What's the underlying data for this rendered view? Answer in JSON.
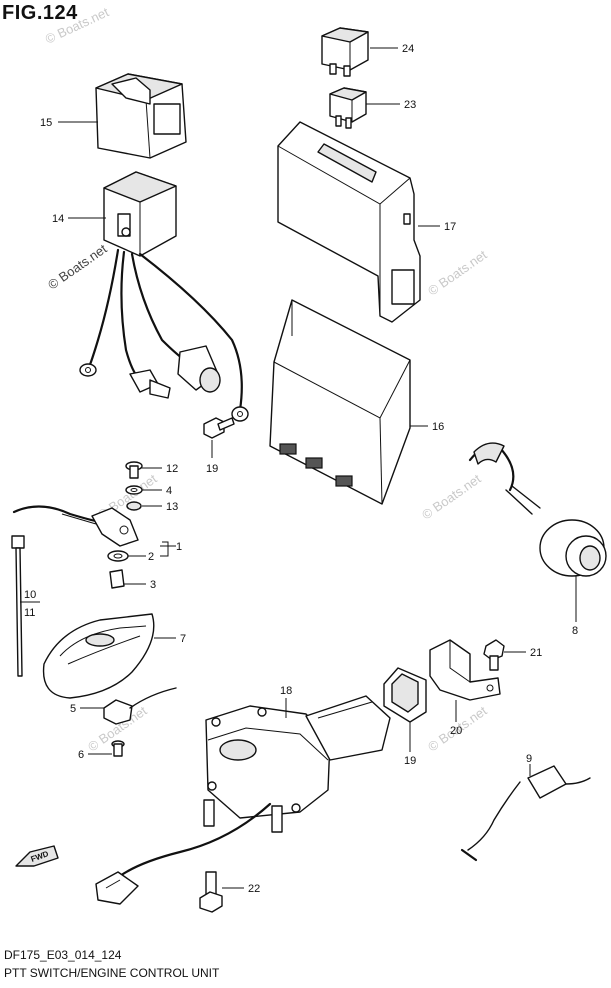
{
  "figure": {
    "title": "FIG.124",
    "model_code": "DF175_E03_014_124",
    "caption": "PTT SWITCH/ENGINE CONTROL UNIT"
  },
  "watermark": {
    "text": "© Boats.net"
  },
  "callouts": [
    {
      "id": "c1",
      "label": "1"
    },
    {
      "id": "c2",
      "label": "2"
    },
    {
      "id": "c3",
      "label": "3"
    },
    {
      "id": "c4",
      "label": "4"
    },
    {
      "id": "c5",
      "label": "5"
    },
    {
      "id": "c6",
      "label": "6"
    },
    {
      "id": "c7",
      "label": "7"
    },
    {
      "id": "c8",
      "label": "8"
    },
    {
      "id": "c9",
      "label": "9"
    },
    {
      "id": "c10",
      "label": "10"
    },
    {
      "id": "c11",
      "label": "11"
    },
    {
      "id": "c12",
      "label": "12"
    },
    {
      "id": "c13",
      "label": "13"
    },
    {
      "id": "c14",
      "label": "14"
    },
    {
      "id": "c15",
      "label": "15"
    },
    {
      "id": "c16",
      "label": "16"
    },
    {
      "id": "c17",
      "label": "17"
    },
    {
      "id": "c18",
      "label": "18"
    },
    {
      "id": "c19a",
      "label": "19"
    },
    {
      "id": "c19b",
      "label": "19"
    },
    {
      "id": "c20",
      "label": "20"
    },
    {
      "id": "c21",
      "label": "21"
    },
    {
      "id": "c22",
      "label": "22"
    },
    {
      "id": "c23",
      "label": "23"
    },
    {
      "id": "c24",
      "label": "24"
    }
  ],
  "direction_marker": {
    "text": "FWD"
  }
}
